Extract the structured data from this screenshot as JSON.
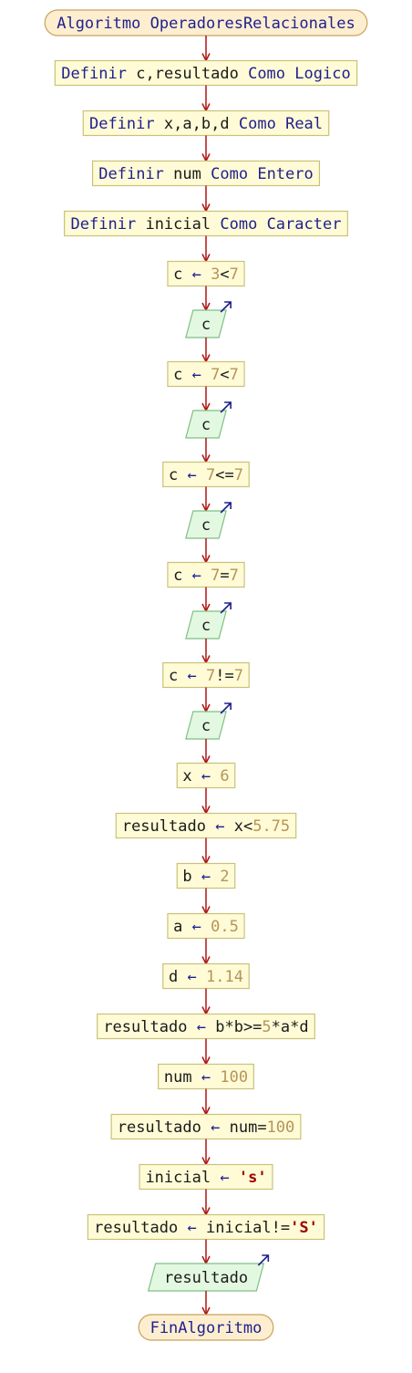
{
  "flowchart": {
    "start": "Algoritmo OperadoresRelacionales",
    "end": "FinAlgoritmo",
    "colors": {
      "terminal_fill": "#fdeecf",
      "terminal_stroke": "#c9a25e",
      "process_fill": "#fffbd6",
      "process_stroke": "#c8c27a",
      "io_fill": "#e3f8e1",
      "io_stroke": "#7fbf85",
      "edge": "#b01414",
      "keyword": "#1f1f8f",
      "number": "#b5945a",
      "string": "#a00000"
    },
    "steps": [
      {
        "shape": "process",
        "text": "Definir c,resultado Como Logico"
      },
      {
        "shape": "process",
        "text": "Definir x,a,b,d Como Real"
      },
      {
        "shape": "process",
        "text": "Definir num Como Entero"
      },
      {
        "shape": "process",
        "text": "Definir inicial Como Caracter"
      },
      {
        "shape": "process",
        "text": "c ← 3<7"
      },
      {
        "shape": "output",
        "text": "c"
      },
      {
        "shape": "process",
        "text": "c ← 7<7"
      },
      {
        "shape": "output",
        "text": "c"
      },
      {
        "shape": "process",
        "text": "c ← 7<=7"
      },
      {
        "shape": "output",
        "text": "c"
      },
      {
        "shape": "process",
        "text": "c ← 7=7"
      },
      {
        "shape": "output",
        "text": "c"
      },
      {
        "shape": "process",
        "text": "c ← 7!=7"
      },
      {
        "shape": "output",
        "text": "c"
      },
      {
        "shape": "process",
        "text": "x ← 6"
      },
      {
        "shape": "process",
        "text": "resultado ← x<5.75"
      },
      {
        "shape": "process",
        "text": "b ← 2"
      },
      {
        "shape": "process",
        "text": "a ← 0.5"
      },
      {
        "shape": "process",
        "text": "d ← 1.14"
      },
      {
        "shape": "process",
        "text": "resultado ← b*b>=5*a*d"
      },
      {
        "shape": "process",
        "text": "num ← 100"
      },
      {
        "shape": "process",
        "text": "resultado ← num=100"
      },
      {
        "shape": "process",
        "text": "inicial ← 's'"
      },
      {
        "shape": "process",
        "text": "resultado ← inicial!='S'"
      },
      {
        "shape": "output",
        "text": "resultado"
      }
    ]
  }
}
